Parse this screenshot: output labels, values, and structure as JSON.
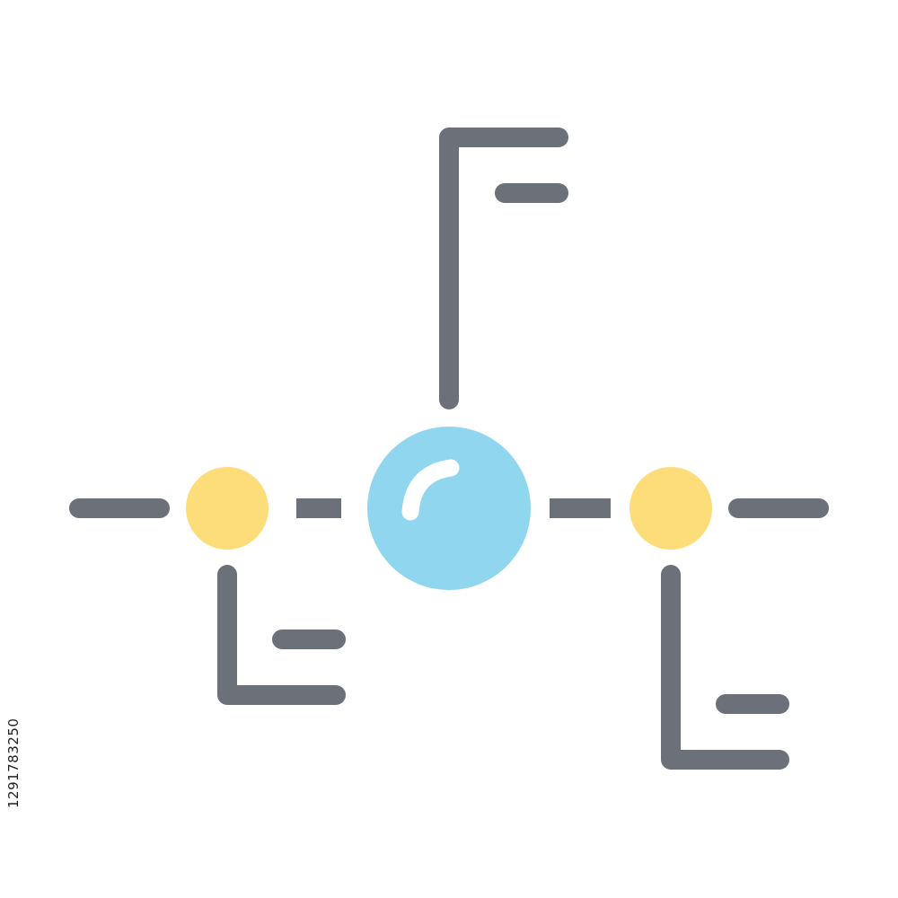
{
  "diagram": {
    "type": "network-hierarchy-icon",
    "colors": {
      "stroke": "#6b7079",
      "central_node": "#8fd6ee",
      "central_node_highlight": "#ffffff",
      "side_nodes": "#fddc7a",
      "background": "#ffffff"
    },
    "nodes": [
      {
        "name": "central-node",
        "shape": "circle",
        "color": "central_node"
      },
      {
        "name": "left-node",
        "shape": "circle",
        "color": "side_nodes"
      },
      {
        "name": "right-node",
        "shape": "circle",
        "color": "side_nodes"
      }
    ],
    "icons": [
      "central-node-icon",
      "left-node-icon",
      "right-node-icon",
      "top-flag-icon",
      "bottom-left-bracket-icon",
      "bottom-right-bracket-icon"
    ]
  },
  "watermark": {
    "id_text": "1291783250"
  }
}
